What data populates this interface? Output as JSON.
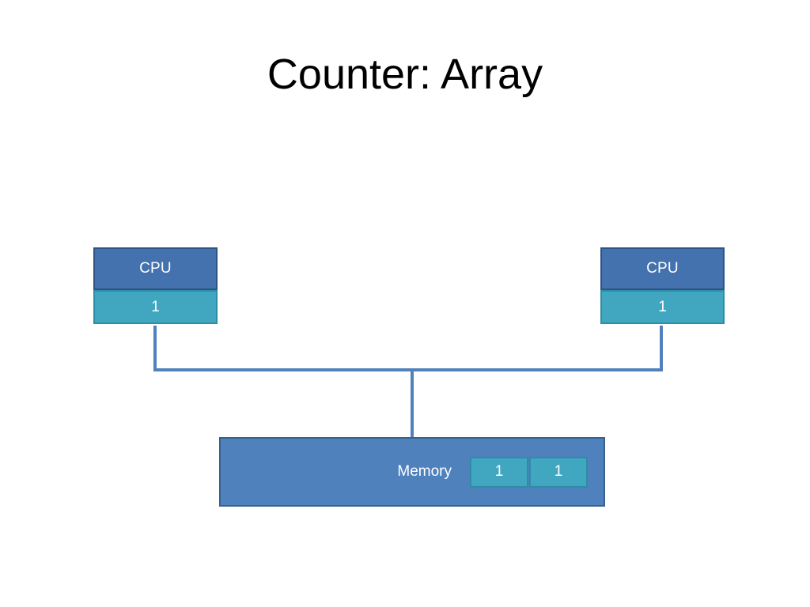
{
  "slide": {
    "title": "Counter: Array",
    "background_color": "#FFFFFF"
  },
  "colors": {
    "cpu_header_fill": "#4472AE",
    "cpu_header_border": "#2E5484",
    "cache_fill": "#41A7C0",
    "cache_border": "#2E8DA6",
    "memory_fill": "#4F81BD",
    "memory_border": "#37618F",
    "connector": "#4F81BD",
    "text_on_shape": "#FFFFFF",
    "title_text": "#000000"
  },
  "cpus": [
    {
      "id": "left",
      "label": "CPU",
      "cache_value": "1"
    },
    {
      "id": "right",
      "label": "CPU",
      "cache_value": "1"
    }
  ],
  "memory": {
    "label": "Memory",
    "array_cells": [
      {
        "value": "1"
      },
      {
        "value": "1"
      }
    ]
  },
  "connectors": {
    "description": "shared-bus",
    "segments": [
      "left-cpu-drop",
      "horizontal-bus",
      "right-cpu-drop",
      "memory-drop"
    ]
  }
}
